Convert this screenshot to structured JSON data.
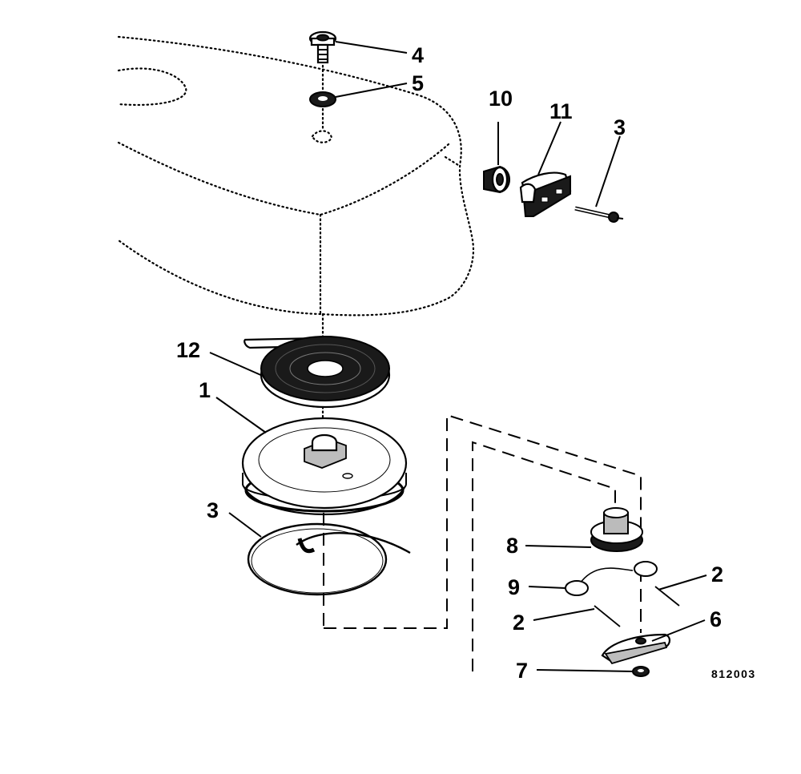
{
  "figure": {
    "code": "812003",
    "callouts": {
      "c1": "1",
      "c2a": "2",
      "c2b": "2",
      "c3a": "3",
      "c3b": "3",
      "c4": "4",
      "c5": "5",
      "c6": "6",
      "c7": "7",
      "c8": "8",
      "c9": "9",
      "c10": "10",
      "c11": "11",
      "c12": "12"
    }
  }
}
